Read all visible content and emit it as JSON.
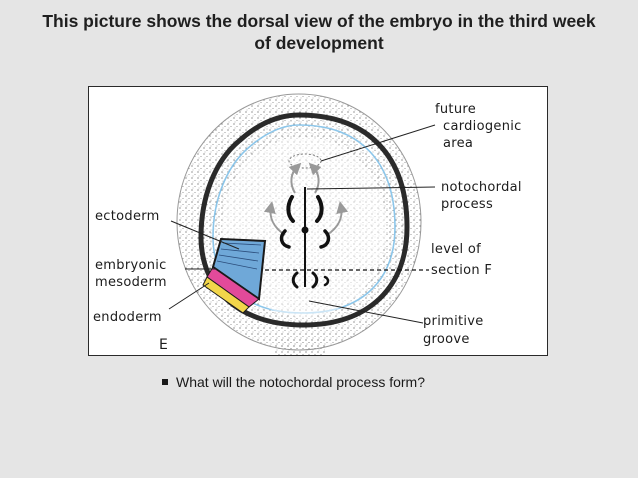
{
  "slide": {
    "title_line1": "This picture shows the dorsal view of the embryo in the third week",
    "title_line2": "of development",
    "bullet": "What will the notochordal process form?"
  },
  "figure": {
    "labels": {
      "future_cardiogenic_1": "future",
      "future_cardiogenic_2": "cardiogenic",
      "future_cardiogenic_3": "area",
      "notochordal_1": "notochordal",
      "notochordal_2": "process",
      "level_1": "level of",
      "level_2": "section F",
      "primitive_1": "primitive",
      "primitive_2": "groove",
      "ectoderm": "ectoderm",
      "embryonic_1": "embryonic",
      "embryonic_2": "mesoderm",
      "endoderm": "endoderm",
      "panel_letter": "E"
    },
    "colors": {
      "ectoderm_layer": "#6fa8d8",
      "mesoderm_layer": "#e24a9a",
      "endoderm_layer": "#f2d64a",
      "outline": "#222222",
      "inner_line": "#8cc6ea"
    }
  }
}
